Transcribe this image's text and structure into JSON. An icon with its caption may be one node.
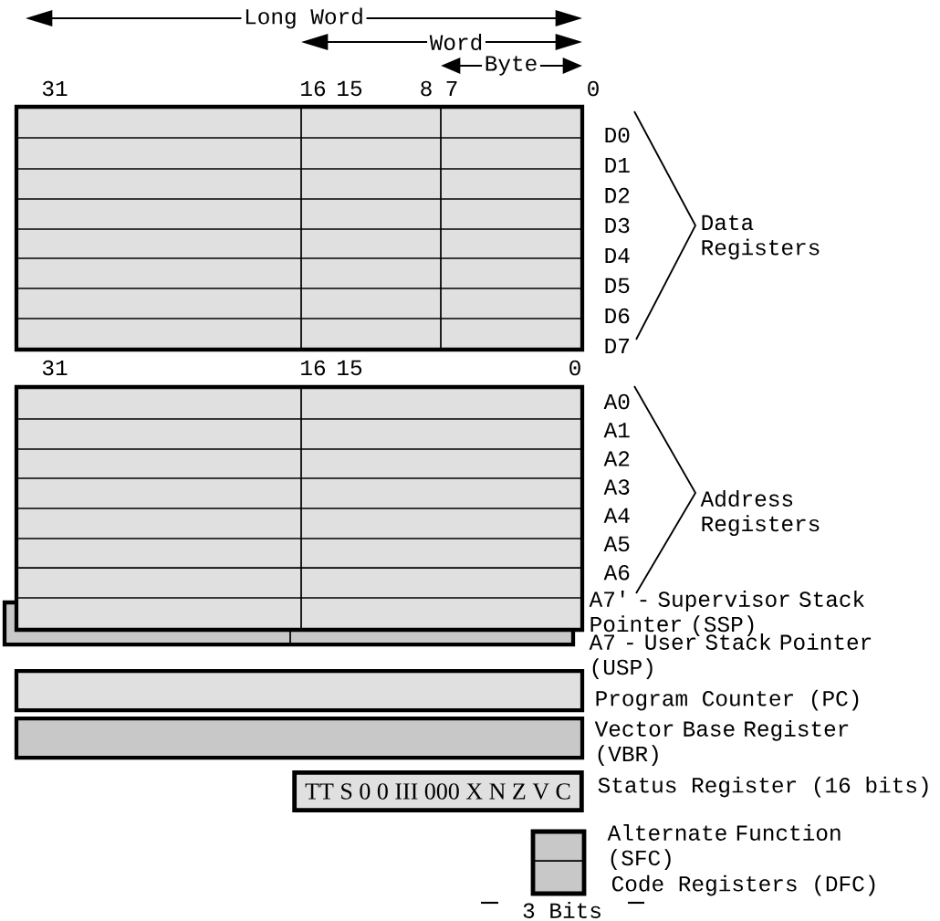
{
  "diagram": {
    "nodes": [
      {
        "text": [
          "TT S 0 0 III 000 X N Z V C"
        ]
      }
    ],
    "edges": [],
    "labels": [
      "Long Word",
      "Word",
      "Byte",
      "31",
      "16",
      "15",
      "8",
      "7",
      "0",
      "D0",
      "D1",
      "D2",
      "D3",
      "D4",
      "D5",
      "D6",
      "D7",
      "Data Registers",
      "31",
      "16",
      "15",
      "0",
      "A0",
      "A1",
      "A2",
      "A3",
      "A4",
      "A5",
      "A6",
      "Address Registers",
      "A7' - Supervisor Stack Pointer (SSP)",
      "A7 - User Stack Pointer (USP)",
      "Program Counter (PC)",
      "Vector Base Register (VBR)",
      "Status Register (16 bits)",
      "Alternate Function (SFC)",
      "Code Registers (DFC)",
      "3 Bits"
    ]
  }
}
